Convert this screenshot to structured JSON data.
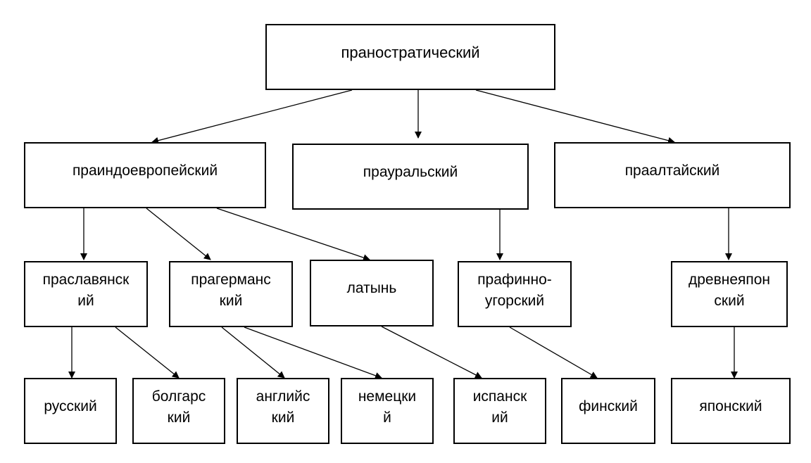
{
  "nodes": {
    "root": "праностратический",
    "pie": "праиндоевропейский",
    "pural": "прауральский",
    "palt": "праалтайский",
    "pslav": [
      "праславянск",
      "ий"
    ],
    "pgerm": [
      "прагерманс",
      "кий"
    ],
    "latin": "латынь",
    "pfu": [
      "прафинно-",
      "угорский"
    ],
    "ojp": [
      "древнеяпон",
      "ский"
    ],
    "ru": "русский",
    "bg": [
      "болгарс",
      "кий"
    ],
    "en": [
      "английс",
      "кий"
    ],
    "de": [
      "немецки",
      "й"
    ],
    "es": [
      "испанск",
      "ий"
    ],
    "fi": "финский",
    "jp": "японский"
  },
  "edges": [
    [
      "root",
      "pie"
    ],
    [
      "root",
      "pural"
    ],
    [
      "root",
      "palt"
    ],
    [
      "pie",
      "pslav"
    ],
    [
      "pie",
      "pgerm"
    ],
    [
      "pie",
      "latin"
    ],
    [
      "pural",
      "pfu"
    ],
    [
      "palt",
      "ojp"
    ],
    [
      "pslav",
      "ru"
    ],
    [
      "pslav",
      "bg"
    ],
    [
      "pgerm",
      "en"
    ],
    [
      "pgerm",
      "de"
    ],
    [
      "latin",
      "es"
    ],
    [
      "pfu",
      "fi"
    ],
    [
      "ojp",
      "jp"
    ]
  ]
}
